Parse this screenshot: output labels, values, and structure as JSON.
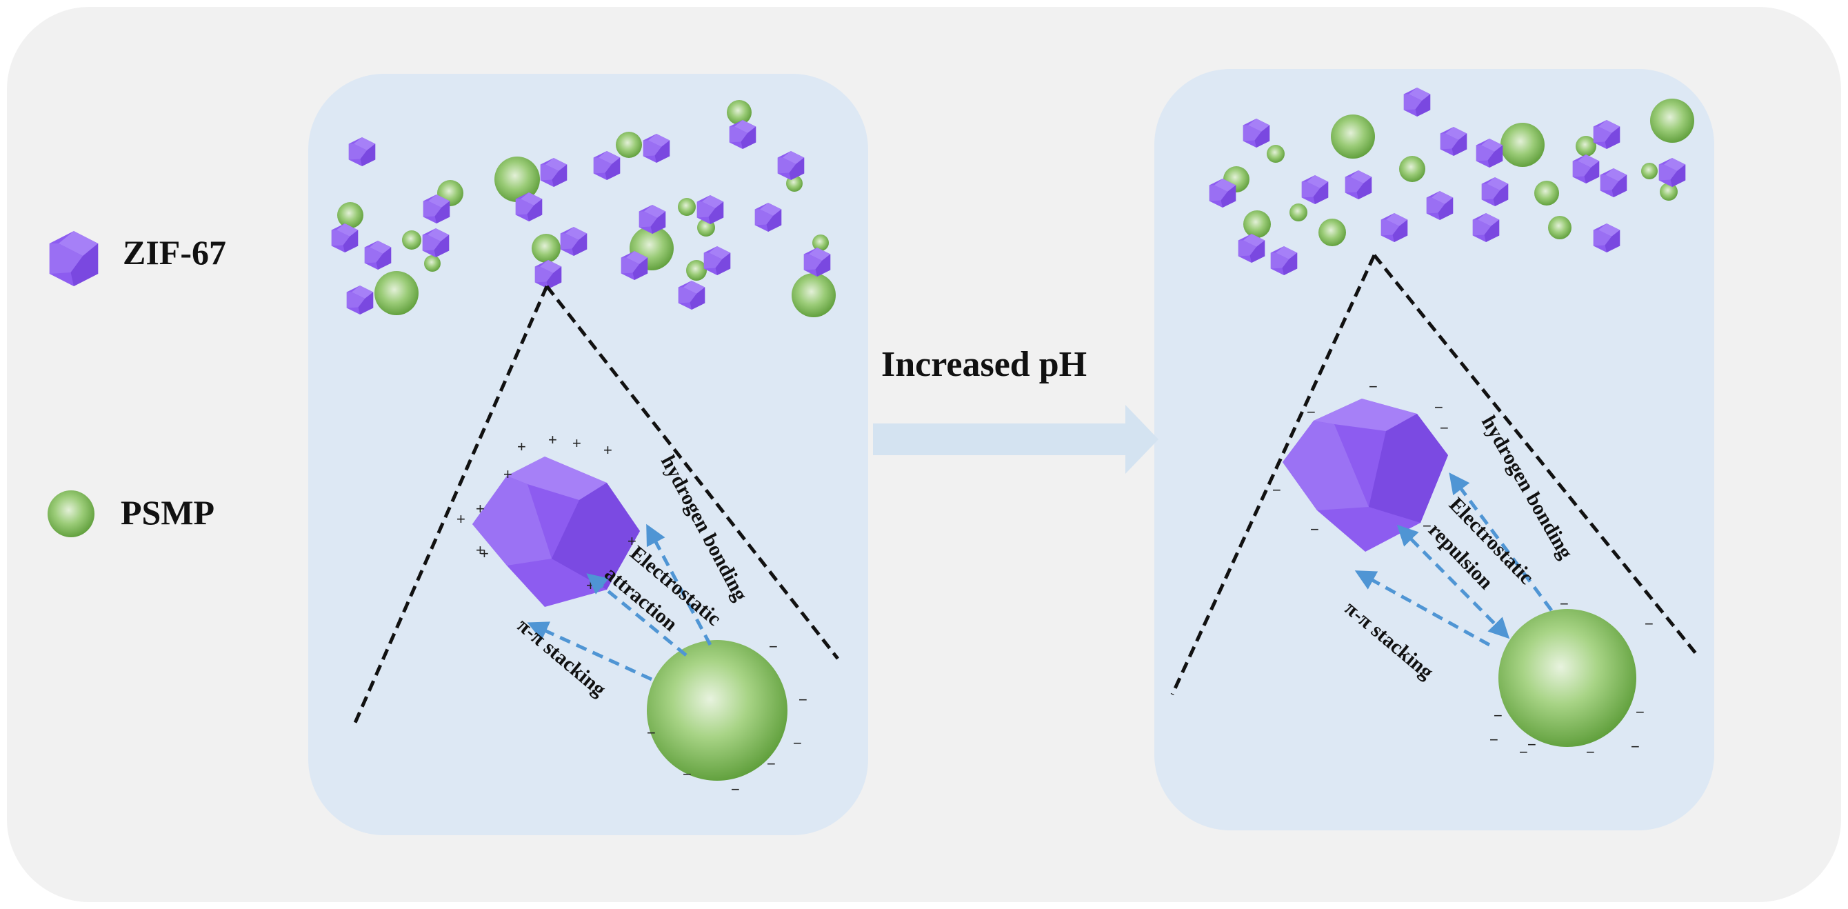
{
  "legend": [
    {
      "label": "ZIF-67",
      "icon": "zif67-dodecahedron-icon"
    },
    {
      "label": "PSMP",
      "icon": "psmp-sphere-icon"
    }
  ],
  "transition": {
    "label": "Increased pH"
  },
  "low_ph_panel": {
    "interactions": [
      "hydrogen bonding",
      "Electrostatic",
      "attraction",
      "π-π stacking"
    ],
    "zif_charge": "+",
    "psmp_charge": "−"
  },
  "high_ph_panel": {
    "interactions": [
      "hydrogen bonding",
      "Electrostatic",
      "repulsion",
      "π-π stacking"
    ],
    "zif_charge": "−",
    "psmp_charge": "−"
  },
  "colors": {
    "background": "#f1f1f1",
    "panel": "#dde8f4",
    "zif": "#8d5cf0",
    "psmp": "#7fbd55",
    "arrow": "#4f95d4",
    "transition_arrow": "#d4e3f1"
  }
}
